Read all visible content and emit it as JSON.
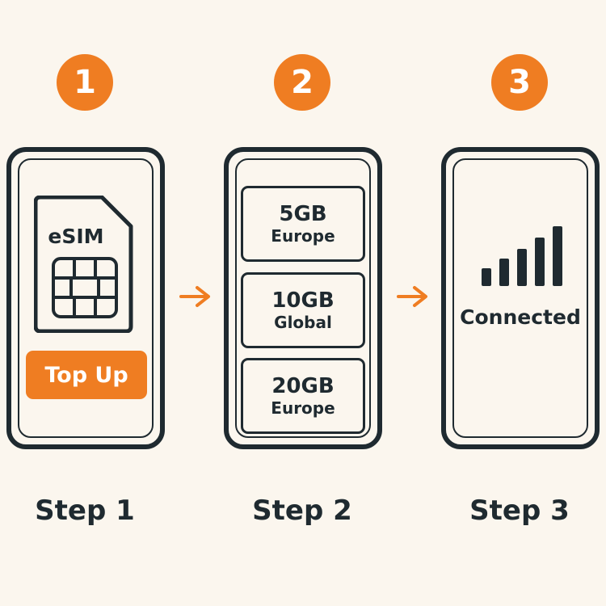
{
  "steps": [
    {
      "number": "1",
      "label": "Step 1"
    },
    {
      "number": "2",
      "label": "Step 2"
    },
    {
      "number": "3",
      "label": "Step 3"
    }
  ],
  "step1": {
    "sim_label": "eSIM",
    "topup_label": "Top Up"
  },
  "step2": {
    "plans": [
      {
        "data": "5GB",
        "region": "Europe"
      },
      {
        "data": "10GB",
        "region": "Global"
      },
      {
        "data": "20GB",
        "region": "Europe"
      }
    ]
  },
  "step3": {
    "status_text": "Connected",
    "signal_bars": 5
  },
  "colors": {
    "accent": "#ef7d22",
    "ink": "#1f2a30",
    "background": "#fbf6ee"
  },
  "icons": {
    "sim": "sim-card-icon",
    "arrow": "arrow-right-icon",
    "signal": "signal-bars-icon"
  }
}
